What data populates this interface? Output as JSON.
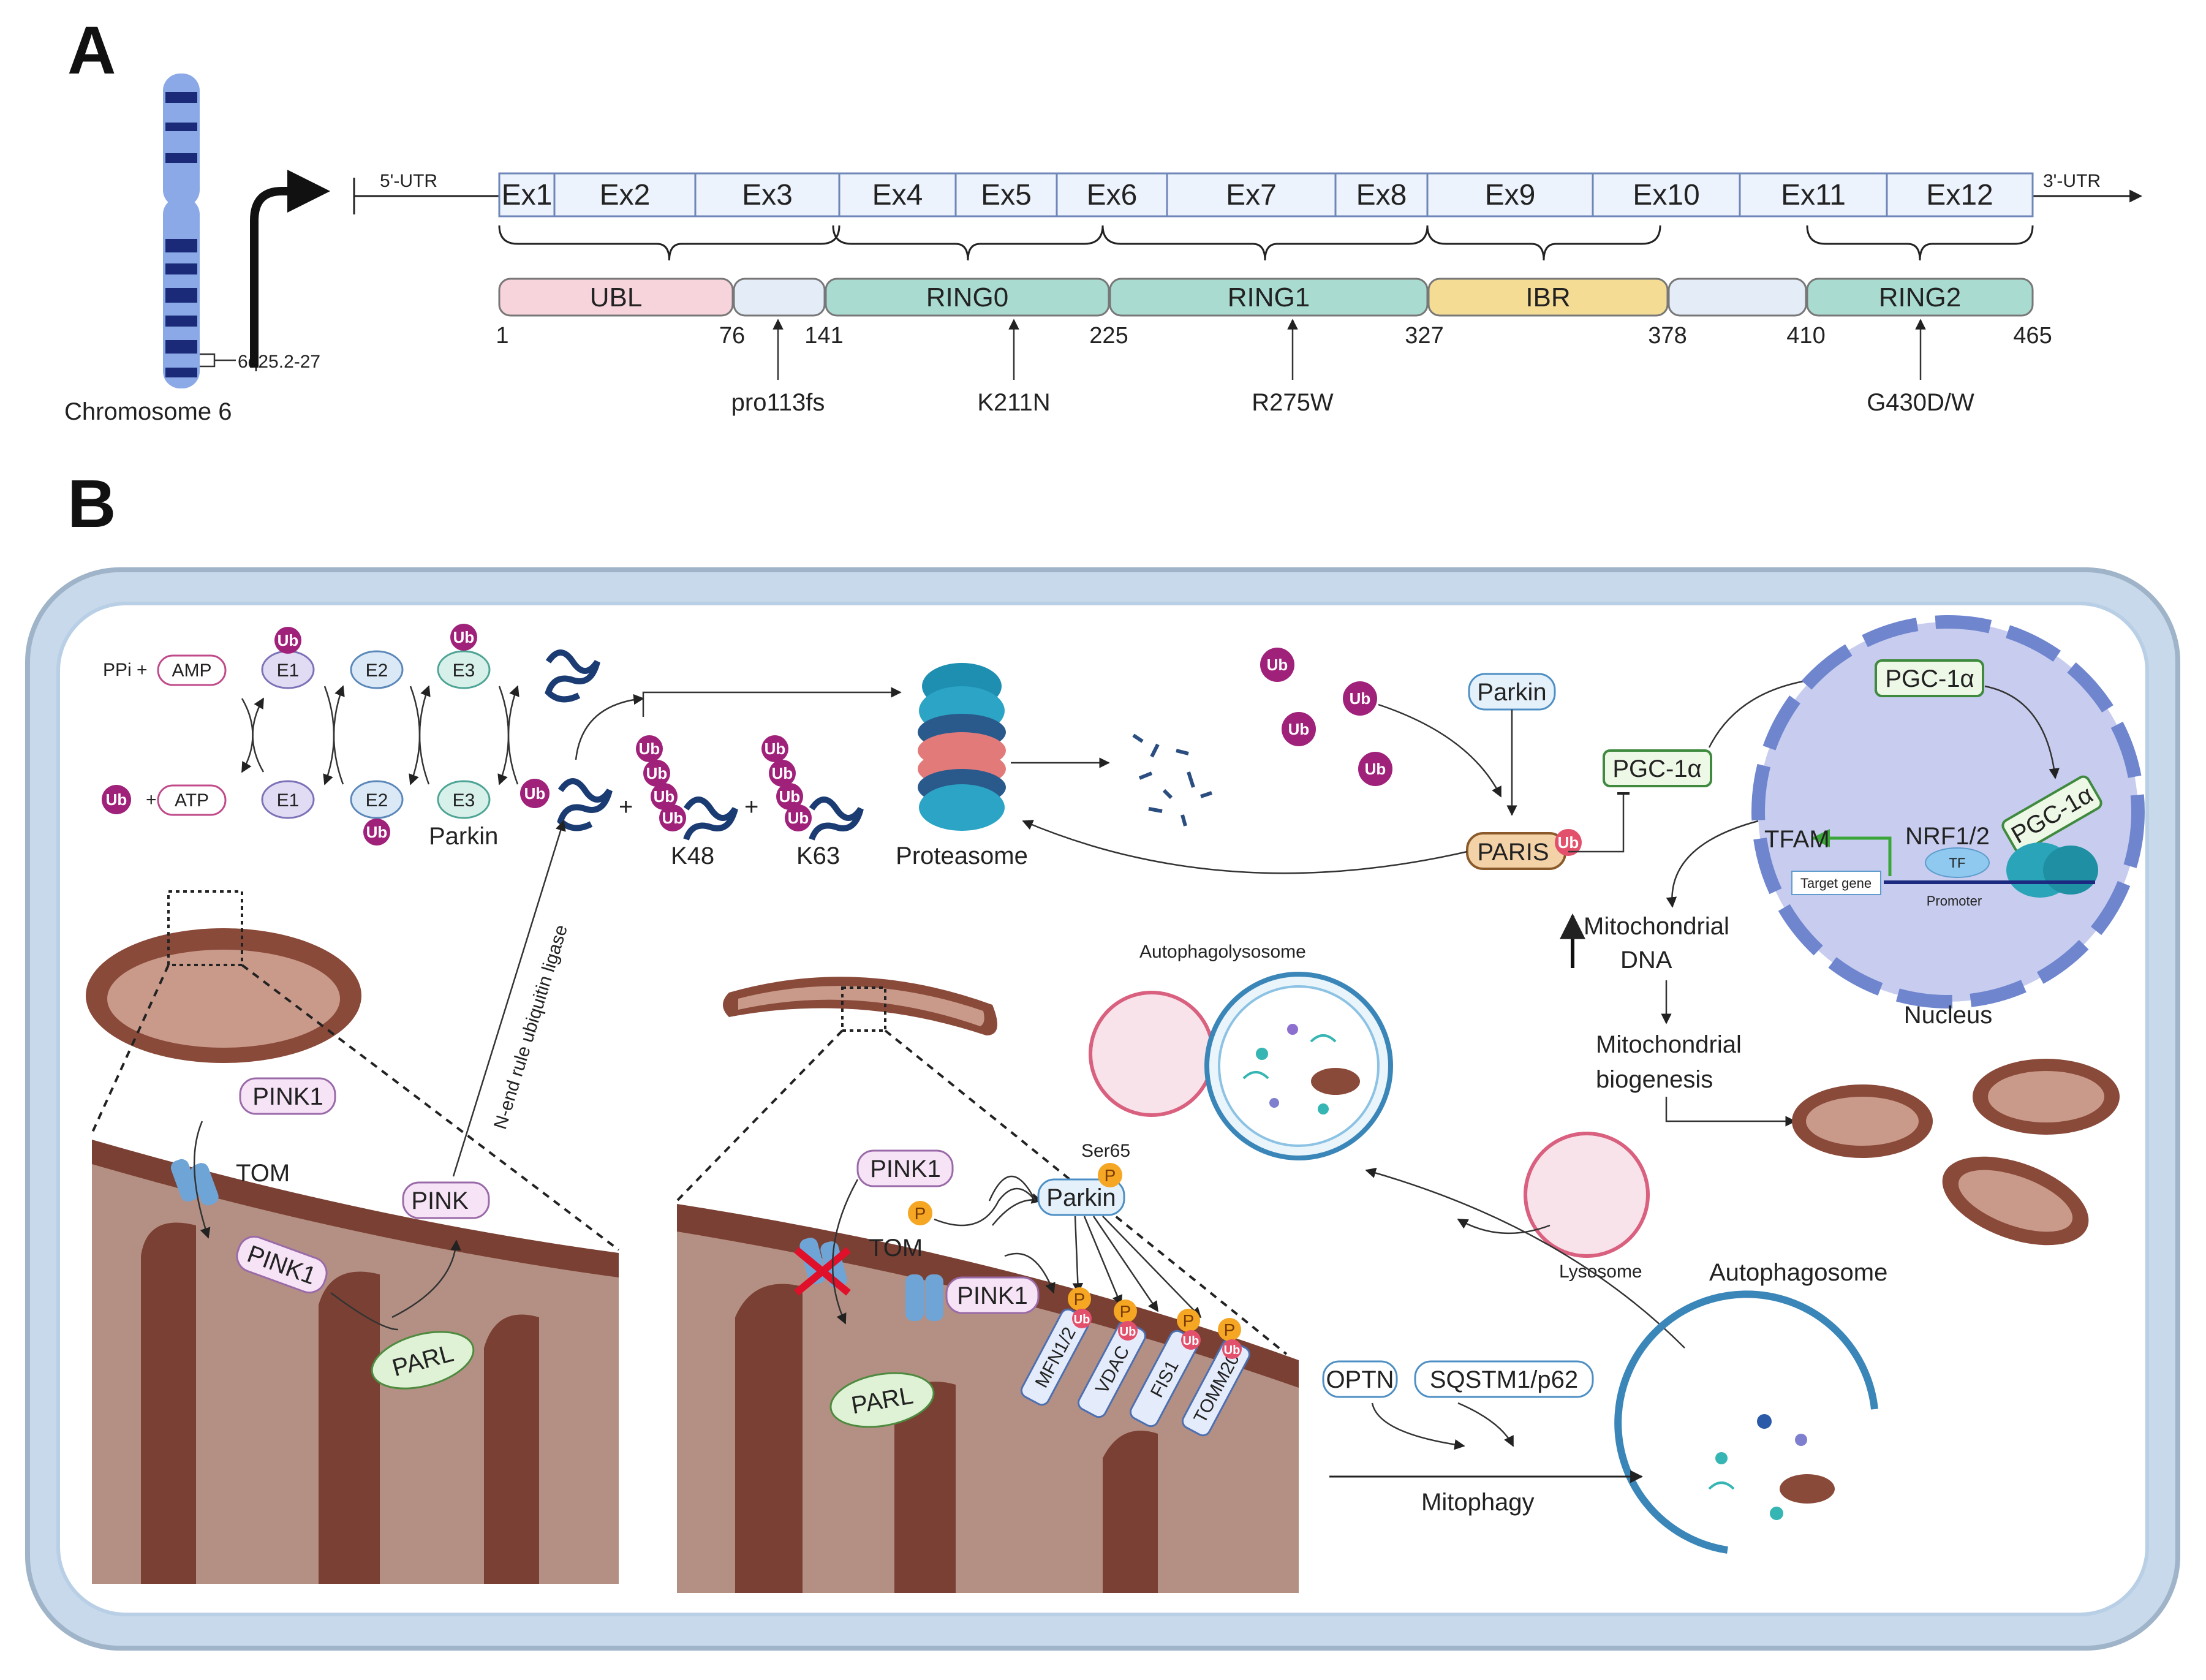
{
  "panel_a": {
    "letter": "A",
    "chromosome_label": "Chromosome 6",
    "locus": "6q25.2-27",
    "utr5": "5'-UTR",
    "utr3": "3'-UTR",
    "exons": [
      "Ex1",
      "Ex2",
      "Ex3",
      "Ex4",
      "Ex5",
      "Ex6",
      "Ex7",
      "Ex8",
      "Ex9",
      "Ex10",
      "Ex11",
      "Ex12"
    ],
    "domains": [
      {
        "name": "UBL",
        "color": "#f7d3dc"
      },
      {
        "name": "",
        "color": "#e4ecf8"
      },
      {
        "name": "RING0",
        "color": "#a9dbd0"
      },
      {
        "name": "RING1",
        "color": "#a9dbd0"
      },
      {
        "name": "IBR",
        "color": "#f5dc95"
      },
      {
        "name": "",
        "color": "#e4ecf8"
      },
      {
        "name": "RING2",
        "color": "#a9dbd0"
      }
    ],
    "positions": [
      "1",
      "76",
      "141",
      "225",
      "327",
      "378",
      "410",
      "465"
    ],
    "mutations": [
      "pro113fs",
      "K211N",
      "R275W",
      "G430D/W"
    ]
  },
  "panel_b": {
    "letter": "B",
    "cascade": {
      "ppi": "PPi +",
      "amp": "AMP",
      "atp": "ATP",
      "plus": "+",
      "ub": "Ub",
      "e1": "E1",
      "e2": "E2",
      "e3": "E3",
      "parkin": "Parkin",
      "k48": "K48",
      "k63": "K63",
      "proteasome": "Proteasome"
    },
    "n_end_label": "N-end rule ubiquitin ligase",
    "left_mito": {
      "pink1_a": "PINK1",
      "tom": "TOM",
      "pink1_b": "PINK1",
      "parl": "PARL",
      "pink1_c": "PINK"
    },
    "mid_mito": {
      "pink1_a": "PINK1",
      "p": "P",
      "ser65": "Ser65",
      "parkin": "Parkin",
      "tom": "TOM",
      "pink1_b": "PINK1",
      "parl": "PARL",
      "substrates": [
        "MFN1/2",
        "VDAC",
        "FIS1",
        "TOMM20"
      ]
    },
    "paris": {
      "parkin": "Parkin",
      "paris": "PARIS",
      "pgc_a": "PGC-1α",
      "pgc_b": "PGC-1α",
      "pgc_c": "PGC-1α",
      "tfam": "TFAM",
      "nrf": "NRF1/2",
      "tf": "TF",
      "target_gene": "Target gene",
      "promoter": "Promoter",
      "nucleus": "Nucleus"
    },
    "biogenesis": {
      "mtdna": "Mitochondrial",
      "mtdna_2": "DNA",
      "biogen": "Mitochondrial",
      "biogen_2": "biogenesis"
    },
    "autophagy": {
      "autophagolysosome": "Autophagolysosome",
      "lysosome": "Lysosome",
      "autophagosome": "Autophagosome",
      "optn": "OPTN",
      "sqstm": "SQSTM1/p62",
      "mitophagy": "Mitophagy"
    }
  }
}
